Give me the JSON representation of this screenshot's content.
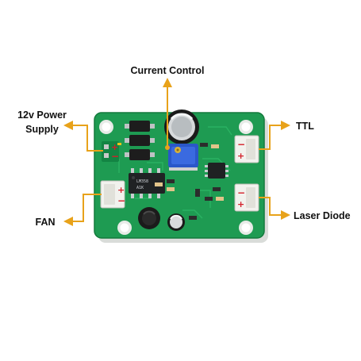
{
  "labels": {
    "current_control": "Current Control",
    "power_line1": "12v Power",
    "power_line2": "Supply",
    "ttl": "TTL",
    "fan": "FAN",
    "laser_diode": "Laser Diode"
  },
  "connector_marks": {
    "plus": "+",
    "minus": "−"
  },
  "colors": {
    "pcb_green": "#1e9b52",
    "callout_orange": "#e8a21a",
    "trimpot_blue": "#2a57c9",
    "connector_white": "#f2f2ee",
    "polarity_red": "#d3202a"
  },
  "icons": [
    "arrow-left-icon",
    "arrow-right-icon",
    "arrow-up-icon"
  ]
}
